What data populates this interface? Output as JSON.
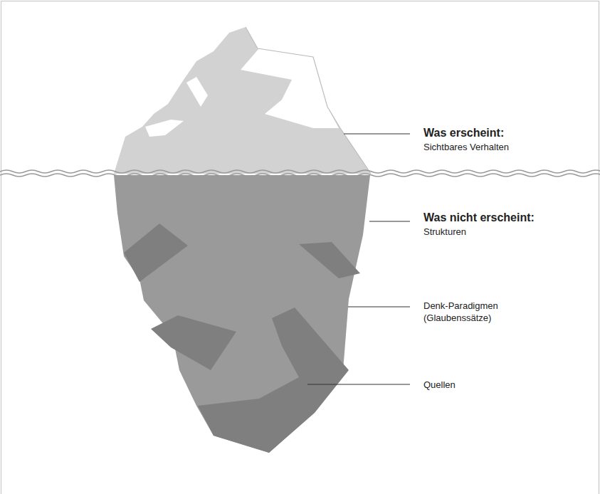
{
  "diagram": {
    "labels": [
      "Was erscheint:",
      "Sichtbares Verhalten",
      "Was nicht erscheint:",
      "Strukturen",
      "Denk-Paradigmen (Glaubenssätze)",
      "Quellen"
    ]
  }
}
